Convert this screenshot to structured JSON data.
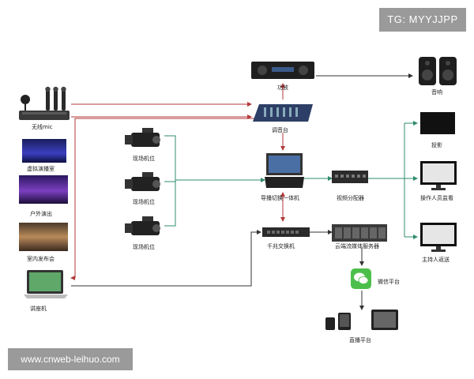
{
  "watermarks": {
    "top_right": "TG: MYYJJPP",
    "bottom_left": "www.cnweb-leihuo.com"
  },
  "labels": {
    "wireless_mic": "无线mic",
    "virtual_studio": "虚拟演播室",
    "outdoor_show": "户外演出",
    "indoor_launch": "室内发布会",
    "lecture_pc": "讲座机",
    "camera_1": "现场机位",
    "camera_2": "现场机位",
    "camera_3": "现场机位",
    "amplifier": "功放",
    "mixer": "调音台",
    "director_switcher": "导播切换一体机",
    "gigabit_switch": "千兆交换机",
    "speakers": "音响",
    "video_distributor": "视频分配器",
    "cloud_server": "云端流媒体服务器",
    "wechat_platform": "微信平台",
    "live_platform": "直播平台",
    "projection": "投影",
    "operator_monitor": "操作人员监看",
    "host_return": "主持人返送"
  },
  "colors": {
    "red_line": "#b23a3a",
    "green_line": "#2e8b6e",
    "dark_line": "#333333",
    "watermark_bg": "#9a9a9a"
  }
}
